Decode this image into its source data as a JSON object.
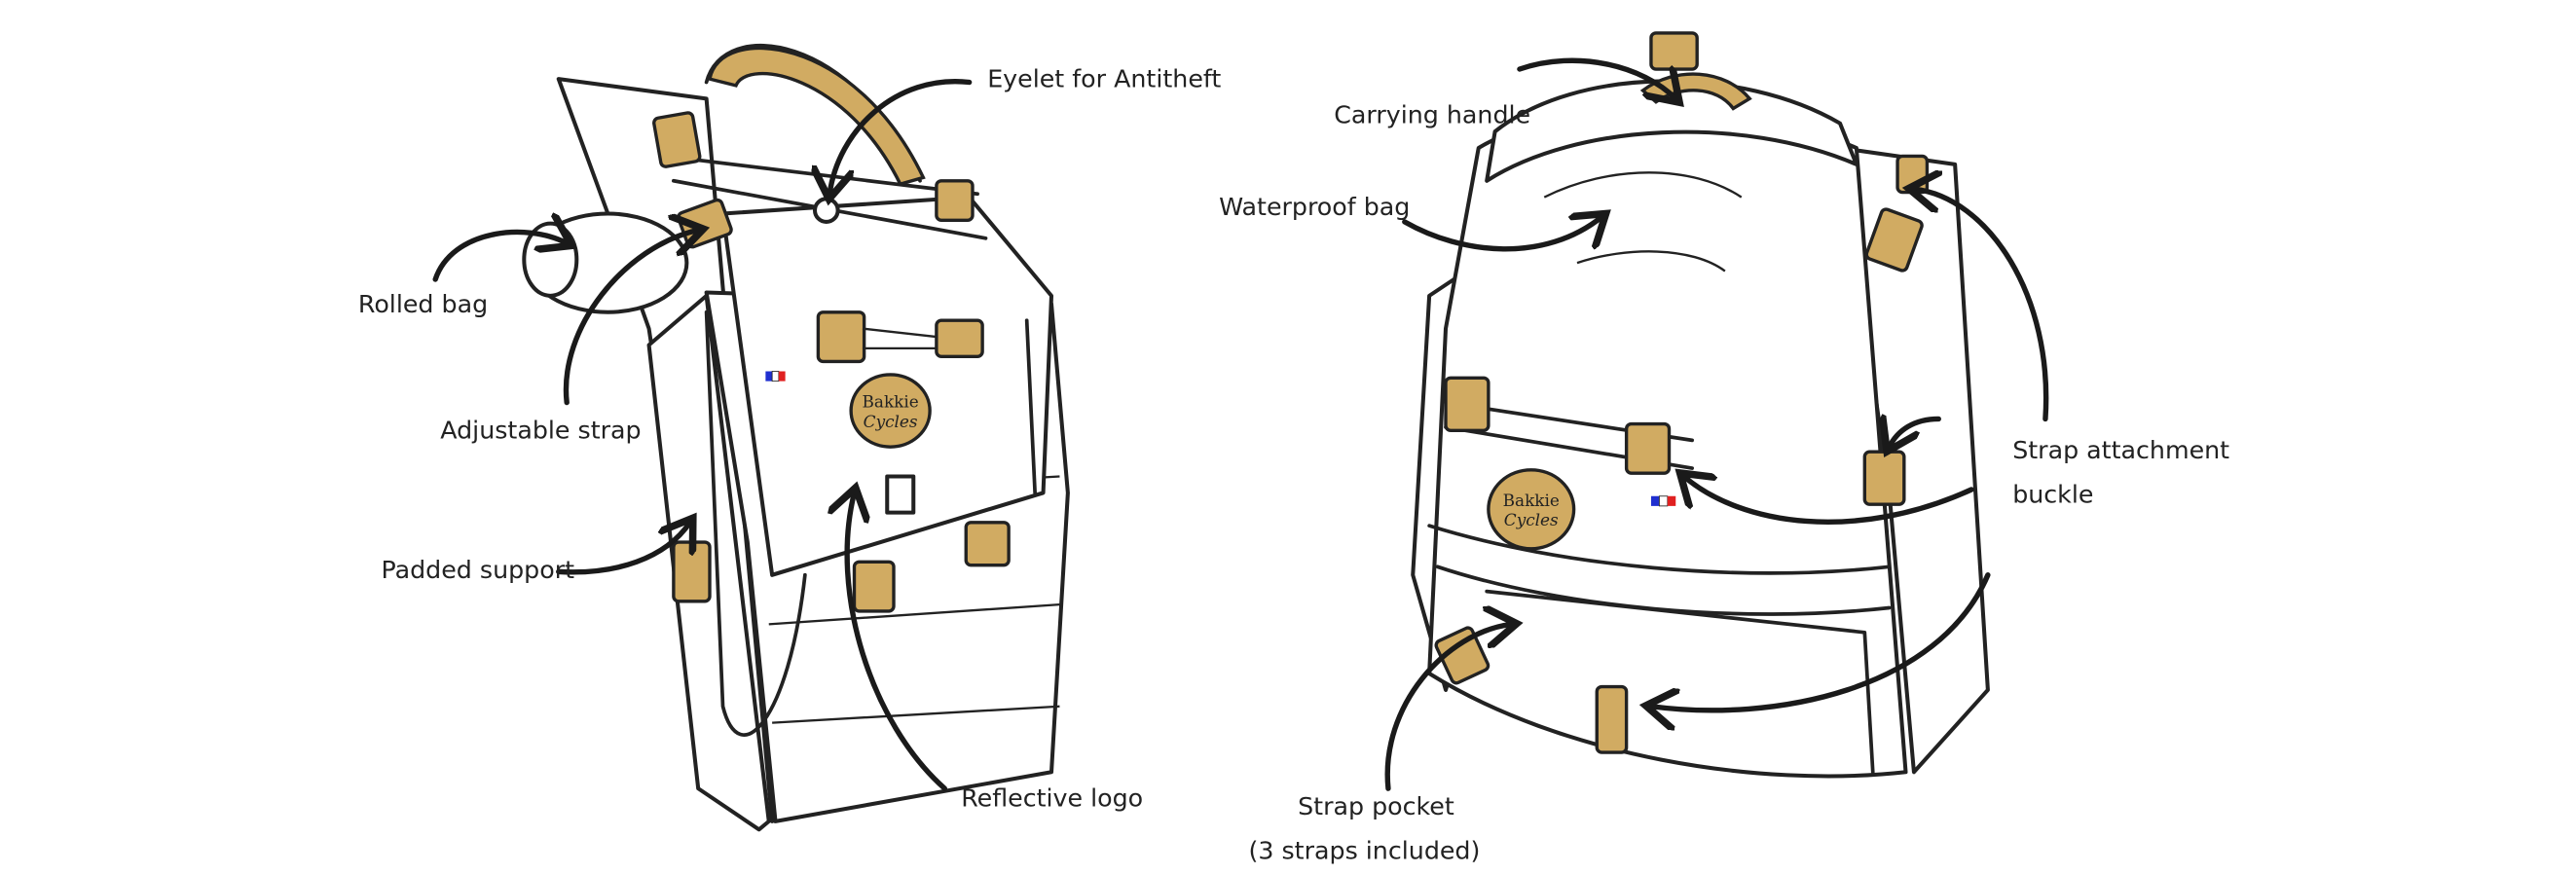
{
  "labels": {
    "eyelet": "Eyelet for Antitheft",
    "rolled_bag": "Rolled bag",
    "adjustable_strap": "Adjustable strap",
    "padded_support": "Padded support",
    "reflective_logo": "Reflective logo",
    "carrying_handle": "Carrying handle",
    "waterproof_bag": "Waterproof bag",
    "strap_attachment_line1": "Strap attachment",
    "strap_attachment_line2": "buckle",
    "strap_pocket_line1": "Strap pocket",
    "strap_pocket_line2": "(3 straps included)"
  },
  "logo": {
    "line1": "Bakkie",
    "line2": "Cycles"
  },
  "colors": {
    "accent": "#d1ab62",
    "ink": "#222222",
    "flag_blue": "#1f2fd0",
    "flag_red": "#e02020"
  }
}
